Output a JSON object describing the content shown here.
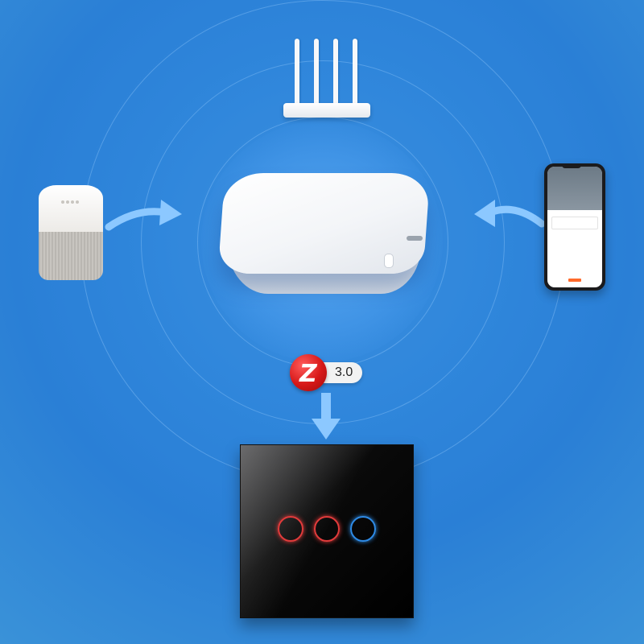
{
  "badge": {
    "protocol_version": "3.0",
    "icon": "zigbee-logo"
  },
  "devices": {
    "center": "gateway-hub",
    "top": "wifi-router",
    "left": "smart-speaker",
    "right": "smartphone-app",
    "bottom": "touch-switch"
  },
  "switch": {
    "buttons": [
      {
        "state": "on",
        "color": "#e23b3b"
      },
      {
        "state": "on",
        "color": "#e23b3b"
      },
      {
        "state": "off",
        "color": "#2e8be6"
      }
    ]
  },
  "colors": {
    "background": "#2f86db",
    "accent_red": "#d61818",
    "accent_blue": "#2e8be6"
  }
}
